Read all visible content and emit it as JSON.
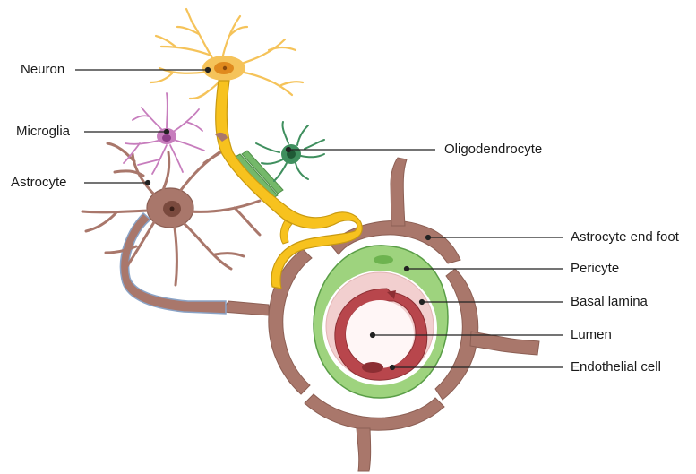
{
  "labels": {
    "neuron": "Neuron",
    "microglia": "Microglia",
    "astrocyte": "Astrocyte",
    "oligodendrocyte": "Oligodendrocyte",
    "astrocyte_end_foot": "Astrocyte end foot",
    "pericyte": "Pericyte",
    "basal_lamina": "Basal lamina",
    "lumen": "Lumen",
    "endothelial_cell": "Endothelial cell"
  },
  "colors": {
    "neuron": "#F5C35A",
    "neuron_nucleus": "#E08A1E",
    "axon": "#F7C21E",
    "microglia": "#C77DBD",
    "oligodendrocyte": "#3F8F5E",
    "myelin": "#74B86A",
    "astrocyte": "#A9776B",
    "astrocyte_nucleus": "#7A4A3E",
    "pericyte": "#9ED37E",
    "basal_lamina": "#F2CFCF",
    "endothelial": "#B8464C",
    "lumen": "#FFF6F6",
    "leader_line": "#222222"
  }
}
